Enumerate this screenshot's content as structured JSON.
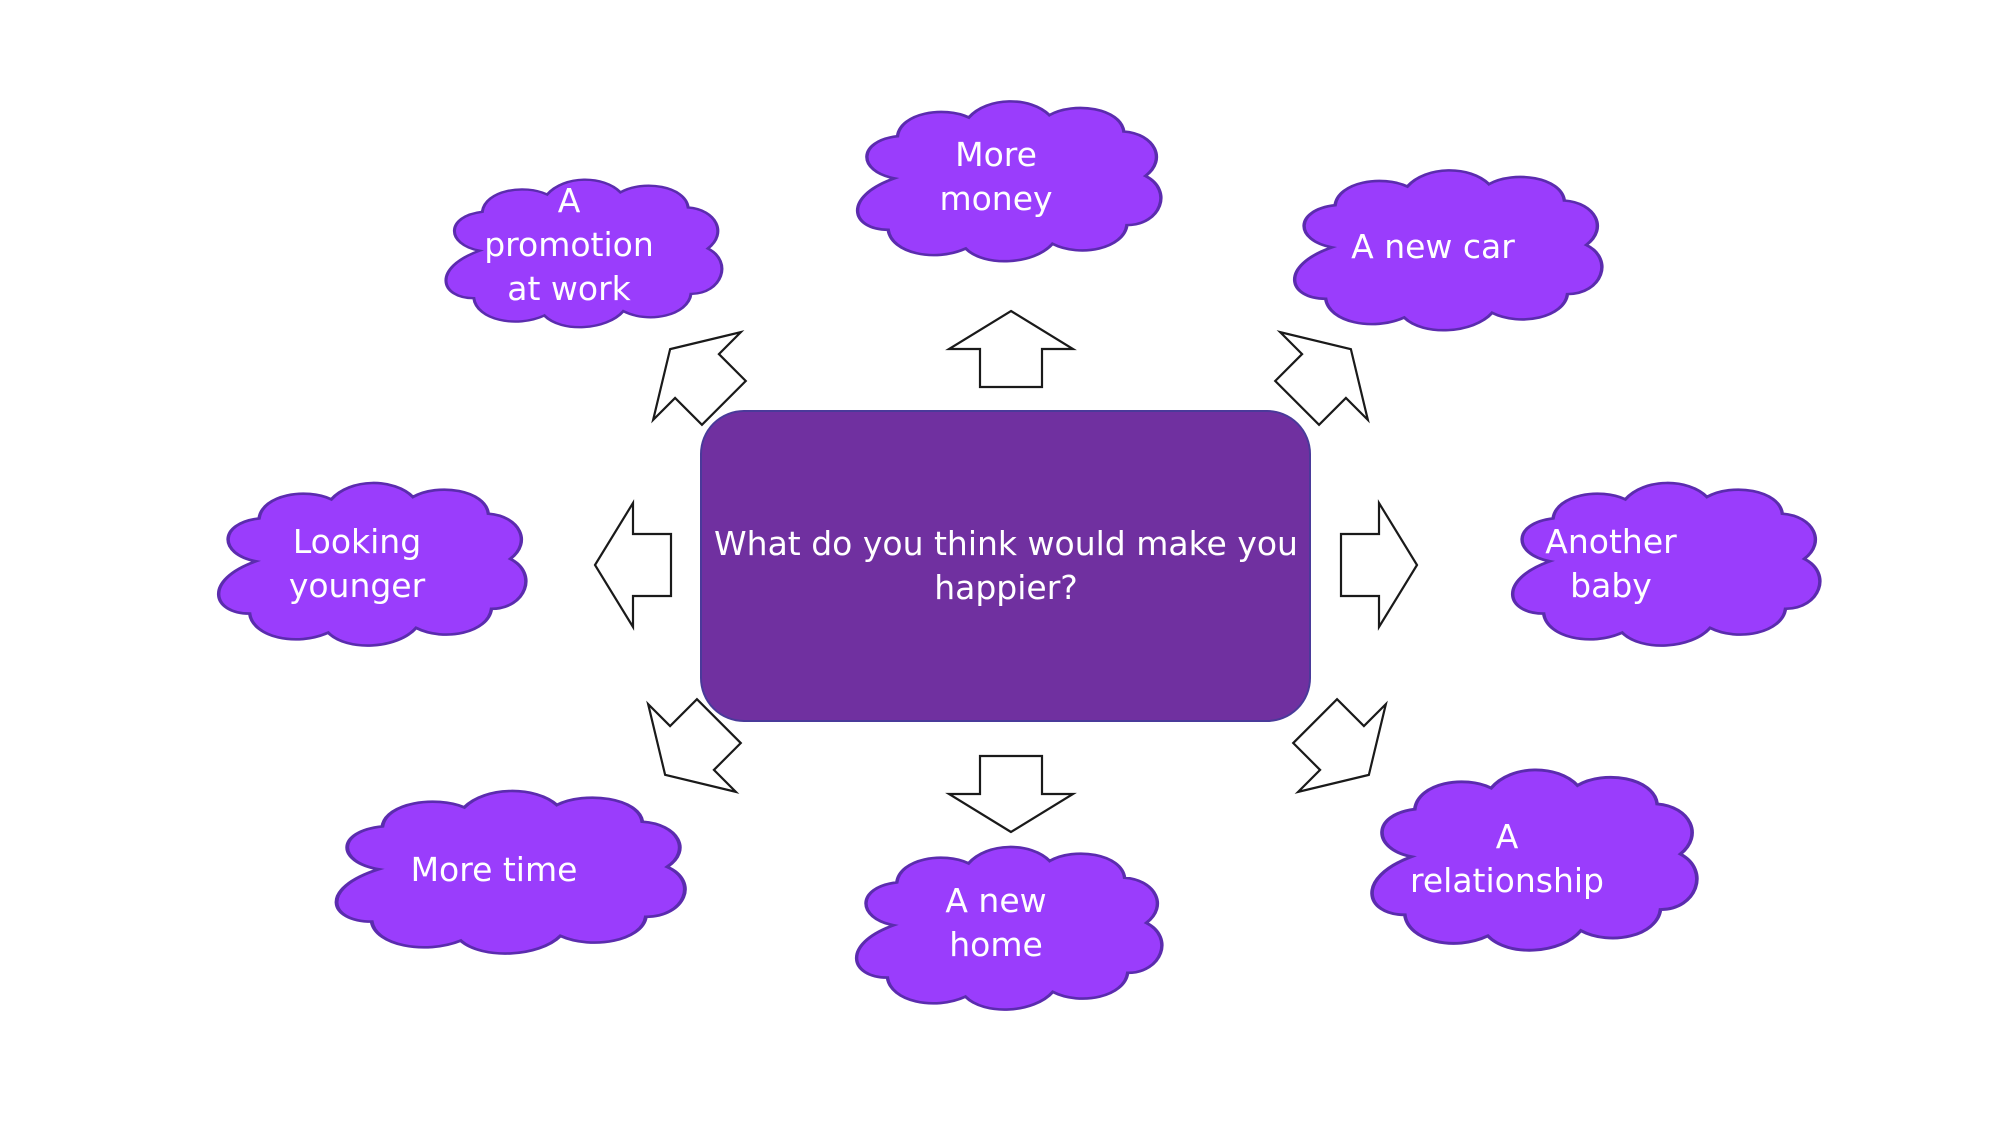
{
  "colors": {
    "cloud_fill": "#9a3dfc",
    "cloud_stroke": "#5b2cae",
    "center_fill": "#7030a0",
    "text": "#ffffff",
    "arrow_stroke": "#1a1a1a"
  },
  "center": {
    "line1": "What do you think would make you",
    "line2": "happier?"
  },
  "clouds": [
    {
      "id": "promotion",
      "lines": [
        "A",
        "promotion",
        "at work"
      ]
    },
    {
      "id": "money",
      "lines": [
        "More",
        "money"
      ]
    },
    {
      "id": "new-car",
      "lines": [
        "A new car"
      ]
    },
    {
      "id": "younger",
      "lines": [
        "Looking",
        "younger"
      ]
    },
    {
      "id": "baby",
      "lines": [
        "Another",
        "baby"
      ]
    },
    {
      "id": "time",
      "lines": [
        "More time"
      ]
    },
    {
      "id": "home",
      "lines": [
        "A new",
        "home"
      ]
    },
    {
      "id": "relationship",
      "lines": [
        "A",
        "relationship"
      ]
    }
  ]
}
